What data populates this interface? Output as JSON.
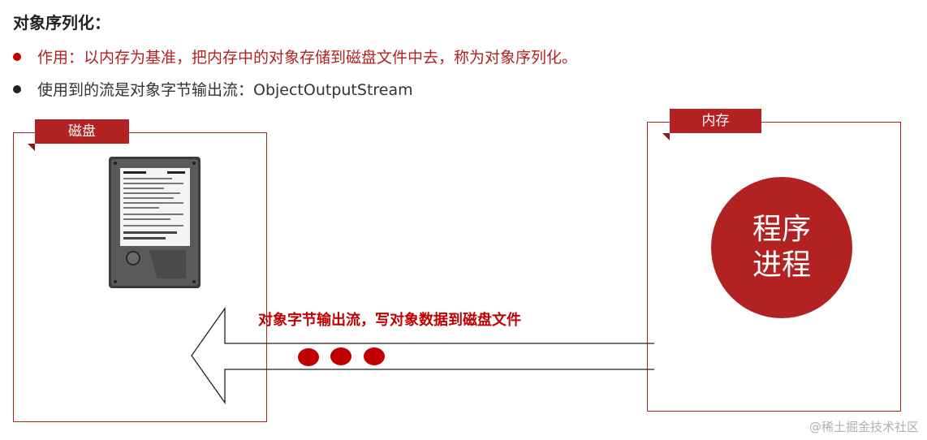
{
  "title": "对象序列化：",
  "bullets": [
    {
      "text": "作用：以内存为基准，把内存中的对象存储到磁盘文件中去，称为对象序列化。",
      "color": "#b22222"
    },
    {
      "text": "使用到的流是对象字节输出流：ObjectOutputStream",
      "color": "#333333"
    }
  ],
  "disk_box": {
    "tag": "磁盘",
    "image": "hard-disk-drive"
  },
  "memory_box": {
    "tag": "内存",
    "circle_line1": "程序",
    "circle_line2": "进程"
  },
  "arrow": {
    "label": "对象字节输出流，写对象数据到磁盘文件",
    "dots": 3,
    "direction": "left"
  },
  "watermark": "@稀土掘金技术社区",
  "colors": {
    "accent": "#b22222",
    "dot_red": "#c00000"
  }
}
